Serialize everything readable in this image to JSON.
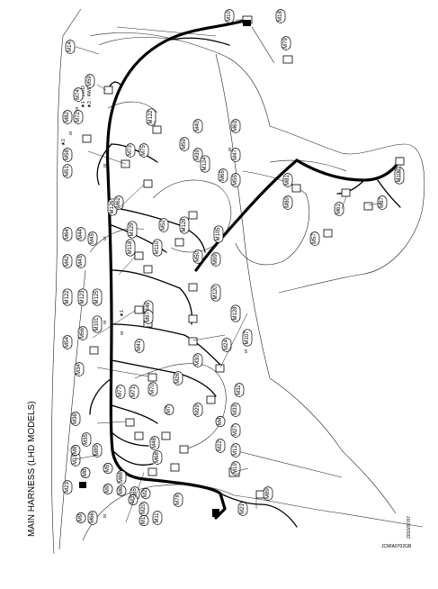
{
  "title": "MAIN HARNESS (LHD MODELS)",
  "legend": [
    "★1 : 2WD",
    "★2 : 4WD"
  ],
  "footer_date": "2010/07/07",
  "footer_code": "JCMIA0702GB",
  "or_word": "or",
  "notes": {
    "star1": "★1",
    "star2": "★2"
  },
  "connectors": [
    "M10",
    "M14",
    "M18",
    "M79",
    "M59",
    "M74",
    "M72",
    "M82",
    "M122",
    "M40",
    "M63",
    "M47",
    "M73",
    "M75",
    "M58",
    "M51",
    "M39",
    "M59",
    "M124",
    "M55",
    "M81",
    "M106",
    "M126",
    "M62",
    "M129",
    "M52",
    "M65",
    "M80",
    "M61",
    "M37",
    "M64",
    "M44",
    "M128",
    "M105",
    "M57",
    "M42",
    "M43",
    "M45",
    "M118",
    "M110",
    "M50",
    "M99",
    "M122",
    "M123",
    "M125",
    "M120",
    "M128",
    "M449",
    "M54",
    "M56",
    "M101",
    "M97",
    "M41",
    "M107",
    "M48",
    "M34",
    "M24",
    "M26",
    "M36",
    "M35",
    "M77",
    "M71",
    "M70",
    "M30",
    "M32",
    "M15",
    "M5",
    "M88",
    "M68",
    "M29",
    "M33",
    "M8",
    "M7",
    "M4",
    "M22",
    "M23",
    "M9",
    "M6",
    "M65",
    "M8",
    "M89",
    "M27",
    "M12",
    "M3",
    "M21",
    "M20",
    "M2",
    "M78",
    "M1",
    "M11",
    "M19",
    "M89",
    "M66",
    "M9"
  ]
}
